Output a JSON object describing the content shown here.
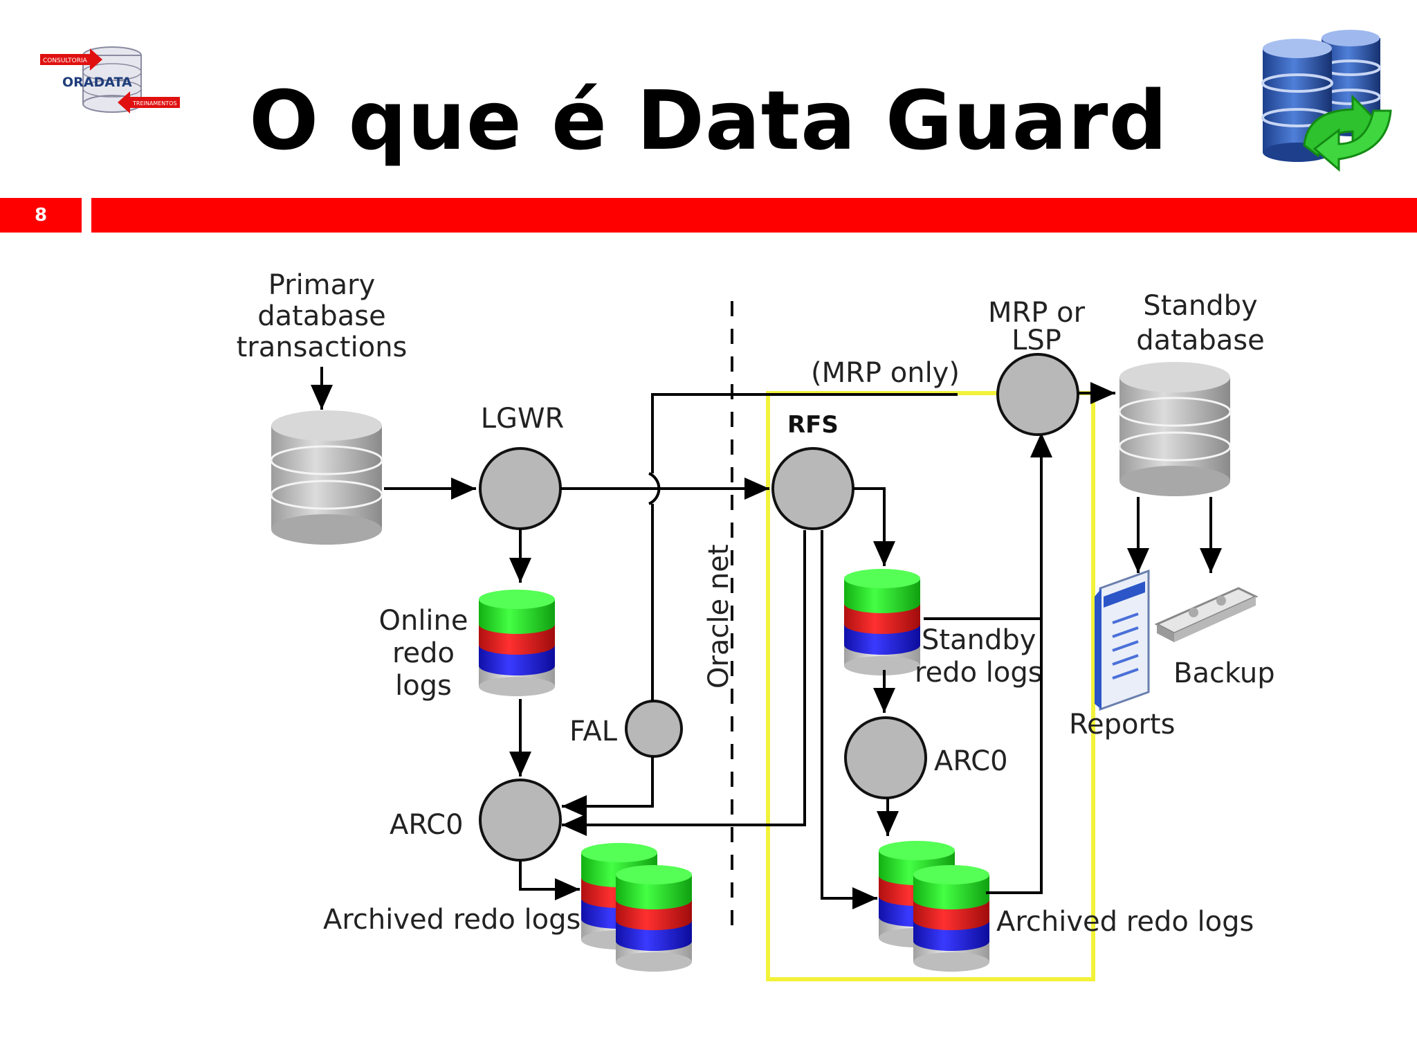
{
  "slide": {
    "title": "O que é Data Guard",
    "page_number": "8",
    "logo": {
      "line1": "CONSULTORIA",
      "line2": "ORADATA",
      "line3": "TREINAMENTOS"
    }
  },
  "diagram": {
    "primary_transactions": [
      "Primary",
      "database",
      "transactions"
    ],
    "lgwr": "LGWR",
    "online_redo_logs": [
      "Online",
      "redo",
      "logs"
    ],
    "fal": "FAL",
    "arc0_primary": "ARC0",
    "archived_primary": "Archived redo logs",
    "oracle_net": "Oracle net",
    "mrp_only": "(MRP only)",
    "rfs": "RFS",
    "mrp_or_lsp": [
      "MRP or",
      "LSP"
    ],
    "standby_database": [
      "Standby",
      "database"
    ],
    "standby_redo_logs": [
      "Standby",
      "redo logs"
    ],
    "arc0_standby": "ARC0",
    "archived_standby": "Archived redo logs",
    "reports": "Reports",
    "backup": "Backup"
  },
  "colors": {
    "accent_red": "#ff0000",
    "highlight_yellow": "#f5f542",
    "process_gray": "#b8b8b8",
    "log_green": "#22dd22",
    "log_red": "#e02020",
    "log_blue": "#2222dd"
  }
}
